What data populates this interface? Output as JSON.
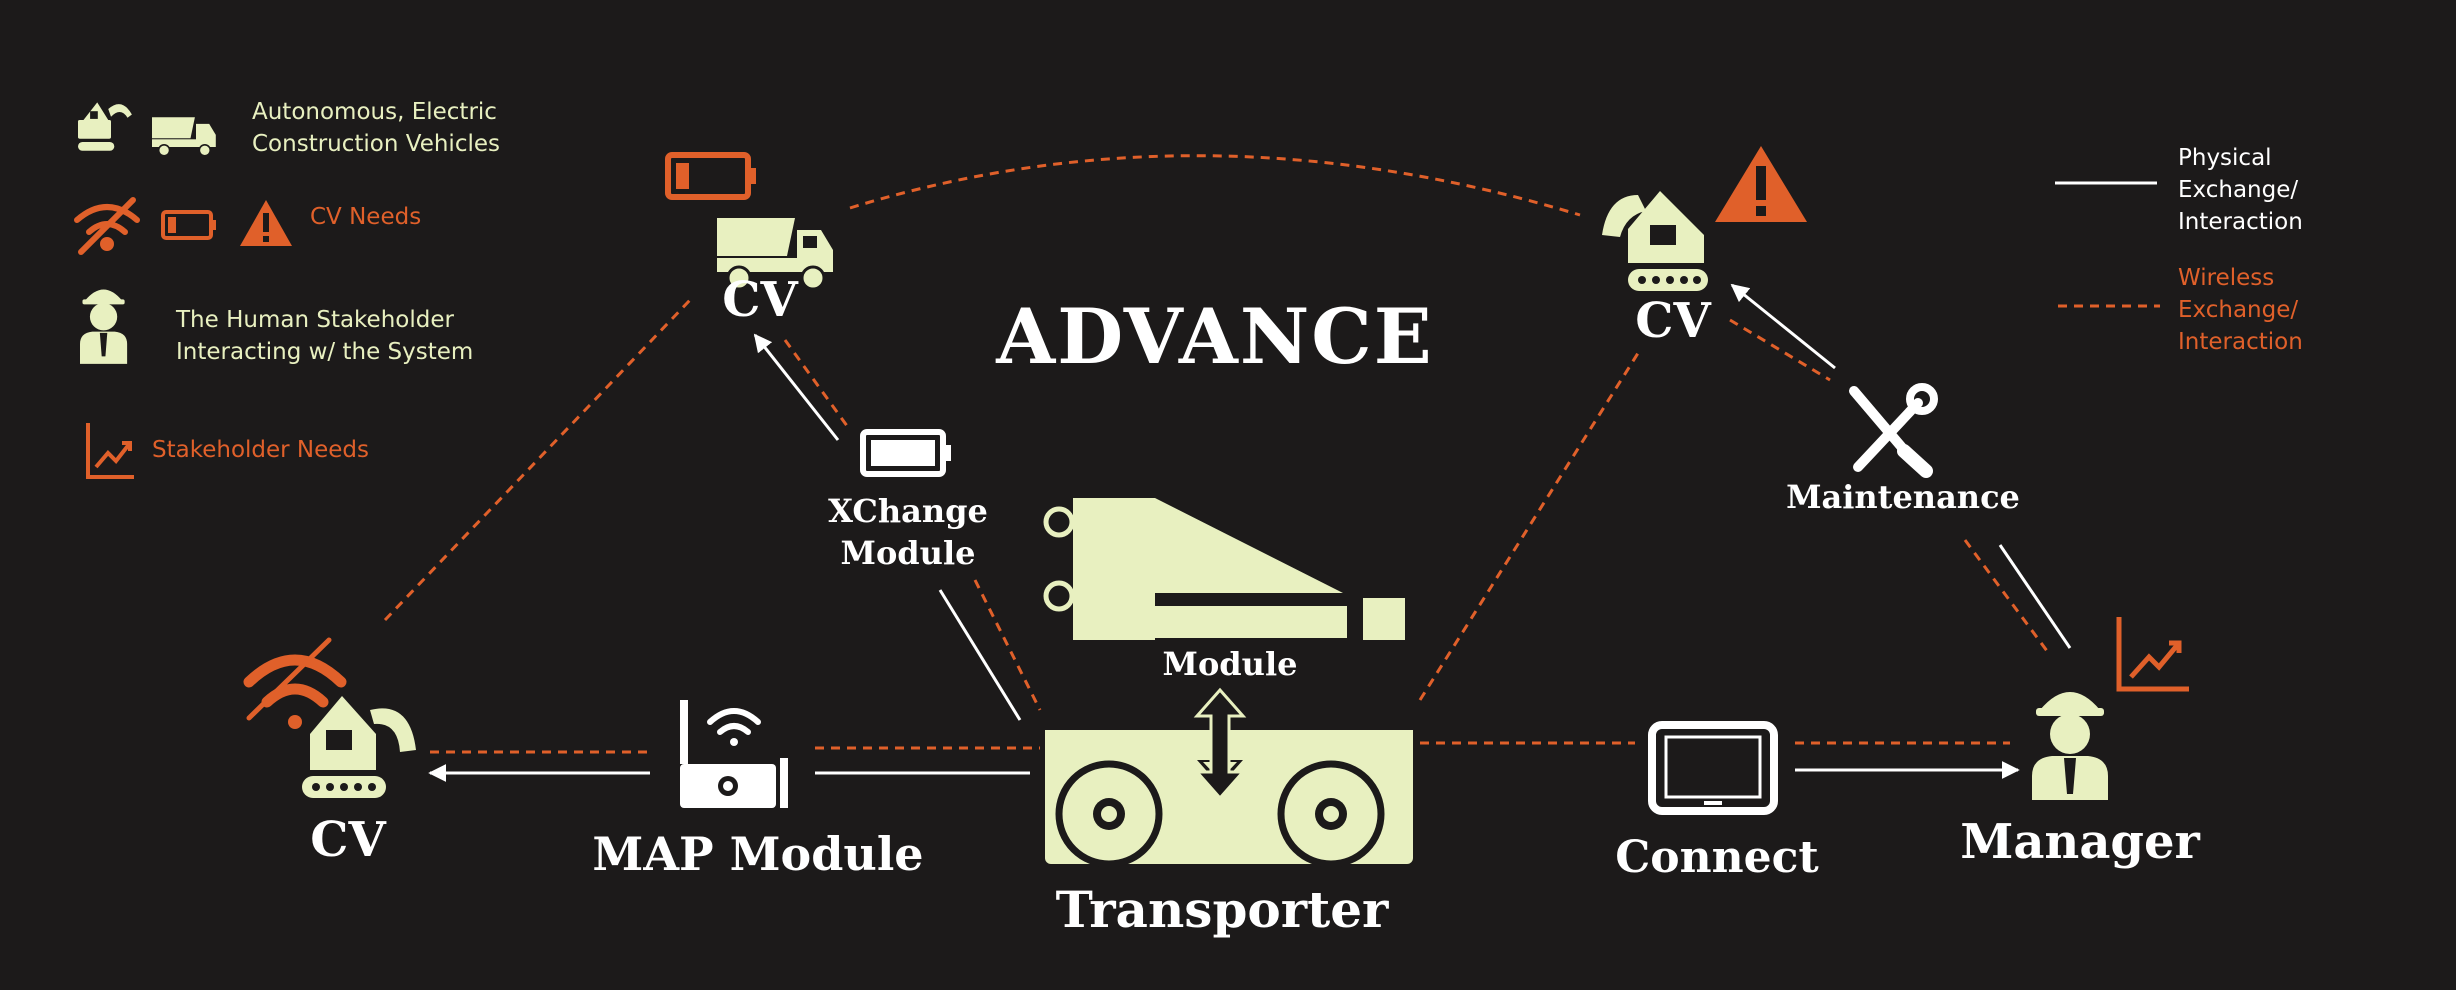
{
  "title": "ADVANCE",
  "legend": {
    "vehicles_line1": "Autonomous, Electric",
    "vehicles_line2": "Construction Vehicles",
    "cv_needs": "CV Needs",
    "human_line1": "The Human Stakeholder",
    "human_line2": "Interacting w/ the System",
    "stakeholder_needs": "Stakeholder Needs",
    "physical_line1": "Physical",
    "physical_line2": "Exchange/",
    "physical_line3": "Interaction",
    "wireless_line1": "Wireless",
    "wireless_line2": "Exchange/",
    "wireless_line3": "Interaction"
  },
  "nodes": {
    "cv_top_left": "CV",
    "cv_top_right": "CV",
    "cv_bottom_left": "CV",
    "xchange_line1": "XChange",
    "xchange_line2": "Module",
    "module": "Module",
    "maintenance": "Maintenance",
    "map_module": "MAP Module",
    "transporter": "Transporter",
    "connect": "Connect",
    "manager": "Manager"
  },
  "colors": {
    "background": "#1c1a1a",
    "icon_fill": "#e8f0c0",
    "needs_orange": "#e0602a",
    "physical_line": "#ffffff",
    "text": "#ffffff"
  }
}
